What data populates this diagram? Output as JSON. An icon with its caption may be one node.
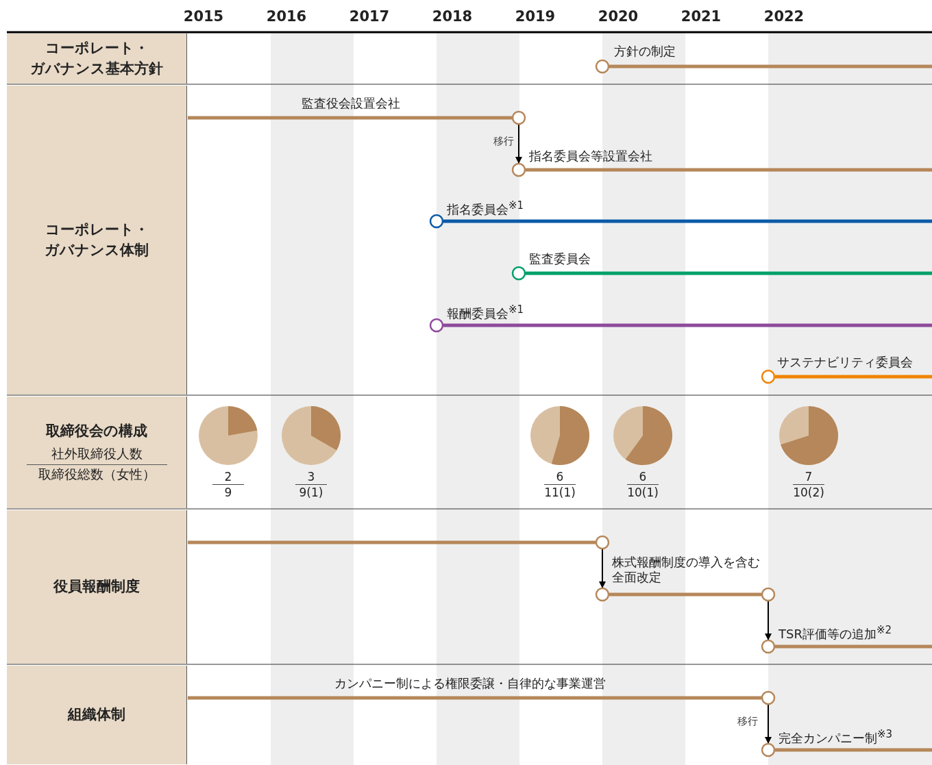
{
  "diagram": {
    "nodes": [
      {
        "text": [
          "コーポレート・ガバナンス基本方針"
        ]
      },
      {
        "text": [
          "コーポレート・ガバナンス体制"
        ]
      },
      {
        "text": [
          "取締役会の構成",
          "社外取締役人数",
          "取締役総数（女性）"
        ]
      },
      {
        "text": [
          "役員報酬制度"
        ]
      },
      {
        "text": [
          "組織体制"
        ]
      },
      {
        "text": [],
        "shape": "circle"
      },
      {
        "text": [],
        "shape": "circle"
      },
      {
        "text": [],
        "shape": "circle"
      },
      {
        "text": [],
        "shape": "circle"
      },
      {
        "text": [],
        "shape": "circle"
      },
      {
        "text": [],
        "shape": "circle"
      },
      {
        "text": [],
        "shape": "circle"
      },
      {
        "text": [
          "2",
          "9"
        ]
      },
      {
        "text": [
          "3",
          "9(1)"
        ]
      },
      {
        "text": [
          "6",
          "11(1)"
        ]
      },
      {
        "text": [
          "6",
          "10(1)"
        ]
      },
      {
        "text": [
          "7",
          "10(2)"
        ]
      },
      {
        "text": [],
        "shape": "circle"
      },
      {
        "text": [],
        "shape": "circle"
      },
      {
        "text": [],
        "shape": "circle"
      },
      {
        "text": [],
        "shape": "circle"
      },
      {
        "text": [],
        "shape": "circle"
      },
      {
        "text": [],
        "shape": "circle"
      }
    ],
    "edges": [
      {
        "from": 5,
        "to": null,
        "arrow": "none",
        "label": "方針の制定"
      },
      {
        "from": 1,
        "to": 6,
        "arrow": "none",
        "label": "監査役会設置会社"
      },
      {
        "from": 6,
        "to": 7,
        "arrow": "to",
        "label": "移行",
        "color": "#000000"
      },
      {
        "from": 7,
        "to": null,
        "arrow": "none",
        "label": "指名委員会等設置会社"
      },
      {
        "from": 8,
        "to": null,
        "arrow": "none",
        "label": "指名委員会$^{※1}$",
        "color": "#0a5aa8"
      },
      {
        "from": 9,
        "to": null,
        "arrow": "none",
        "label": "監査委員会",
        "color": "#00a06a"
      },
      {
        "from": 10,
        "to": null,
        "arrow": "none",
        "label": "報酬委員会$^{※1}$",
        "color": "#8e4a9a"
      },
      {
        "from": 11,
        "to": null,
        "arrow": "none",
        "label": "サステナビリティ委員会",
        "color": "#f08400"
      },
      {
        "from": 3,
        "to": 17,
        "arrow": "none"
      },
      {
        "from": 17,
        "to": 18,
        "arrow": "to",
        "label": "株式報酬制度の導入を含む全面改定",
        "color": "#000000"
      },
      {
        "from": 18,
        "to": 19,
        "arrow": "none"
      },
      {
        "from": 19,
        "to": 20,
        "arrow": "to",
        "color": "#000000"
      },
      {
        "from": 20,
        "to": null,
        "arrow": "none",
        "label": "TSR評価等の追加$^{※2}$"
      },
      {
        "from": 4,
        "to": 21,
        "arrow": "none",
        "label": "カンパニー制による権限委譲・自律的な事業運営"
      },
      {
        "from": 21,
        "to": 22,
        "arrow": "to",
        "label": "移行",
        "color": "#000000"
      },
      {
        "from": 22,
        "to": null,
        "arrow": "none",
        "label": "完全カンパニー制$^{※3}$"
      }
    ],
    "labels": [
      "2015",
      "2016",
      "2017",
      "2018",
      "2019",
      "2020",
      "2021",
      "2022"
    ]
  }
}
